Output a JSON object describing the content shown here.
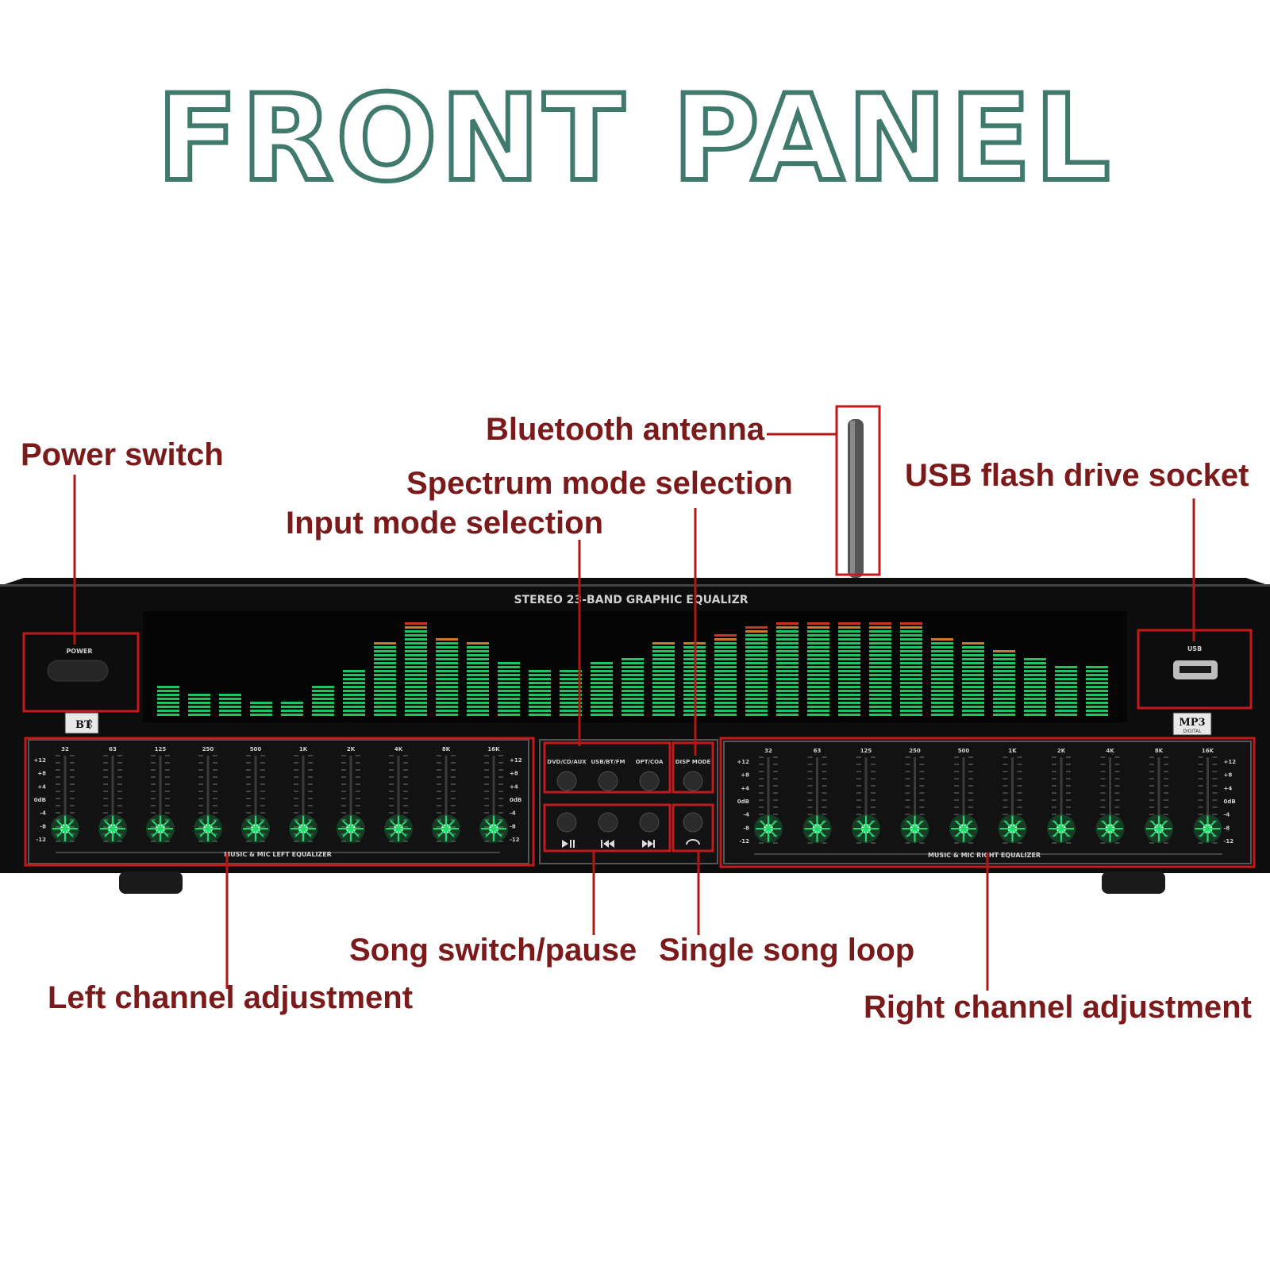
{
  "title": "FRONT PANEL",
  "colors": {
    "title_outline": "#3f7a6c",
    "callout_text": "#7a1a1a",
    "callout_box": "#c21a1a",
    "panel": "#0d0d0d",
    "led_green": "#22d86a",
    "led_orange": "#e0862a",
    "led_red": "#e03a2a"
  },
  "device": {
    "header": "STEREO 23-BAND GRAPHIC EQUALIZR",
    "power_label": "POWER",
    "usb_label": "USB",
    "bt_badge": "BT",
    "mp3_badge": "MP3",
    "mp3_sub": "DIGITAL",
    "left_eq_label": "MUSIC & MIC LEFT EQUALIZER",
    "right_eq_label": "MUSIC & MIC RIGHT EQUALIZER",
    "eq_freqs": [
      "32",
      "63",
      "125",
      "250",
      "500",
      "1K",
      "2K",
      "4K",
      "8K",
      "16K"
    ],
    "db_scale": [
      "+12",
      "+8",
      "+4",
      "0dB",
      "-4",
      "-8",
      "-12"
    ],
    "input_buttons": [
      "DVD/CD/AUX",
      "USB/BT/FM",
      "OPT/COA"
    ],
    "disp_mode_label": "DISP MODE",
    "transport_icons": [
      "play-pause",
      "previous",
      "next"
    ],
    "loop_icon": "loop",
    "spectrum_levels": [
      8,
      6,
      6,
      4,
      4,
      8,
      12,
      19,
      24,
      20,
      19,
      14,
      12,
      12,
      14,
      15,
      19,
      19,
      21,
      23,
      24,
      24,
      24,
      24,
      24,
      20,
      19,
      17,
      15,
      13,
      13
    ]
  },
  "callouts": {
    "power_switch": "Power switch",
    "bluetooth_antenna": "Bluetooth antenna",
    "usb_socket": "USB flash drive socket",
    "spectrum_mode": "Spectrum mode selection",
    "input_mode": "Input mode selection",
    "song_switch": "Song switch/pause",
    "single_loop": "Single song loop",
    "left_channel": "Left channel adjustment",
    "right_channel": "Right channel adjustment"
  }
}
